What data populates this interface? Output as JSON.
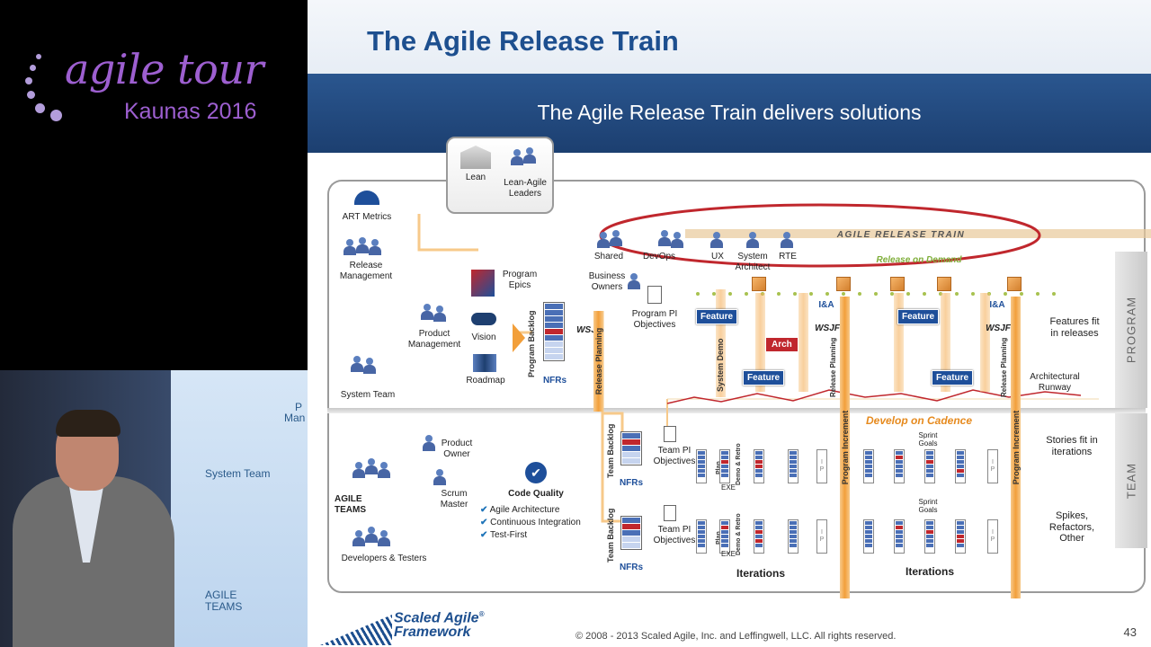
{
  "brand": {
    "title": "agile tour",
    "subtitle": "Kaunas 2016",
    "color": "#9d5fd0"
  },
  "video": {
    "screen_labels": [
      "System Team",
      "AGILE TEAMS",
      "P",
      "Man"
    ]
  },
  "slide": {
    "title": "The Agile Release Train",
    "banner": "The Agile Release Train delivers solutions",
    "page_number": "43",
    "copyright": "© 2008 - 2013 Scaled Agile, Inc. and Leffingwell, LLC. All rights reserved.",
    "logo_line1": "Scaled Agile",
    "logo_reg": "®",
    "logo_line2": "Framework"
  },
  "diagram": {
    "lean": "Lean",
    "lean_agile_leaders": "Lean-Agile Leaders",
    "art_metrics": "ART Metrics",
    "release_management": "Release Management",
    "program_epics": "Program Epics",
    "product_management": "Product Management",
    "vision": "Vision",
    "roadmap": "Roadmap",
    "program_backlog": "Program Backlog",
    "nfrs": "NFRs",
    "wsjf": "WSJF",
    "system_team": "System Team",
    "business_owners": "Business Owners",
    "program_pi_objectives": "Program PI Objectives",
    "release_planning": "Release Planning",
    "art_banner": "AGILE RELEASE TRAIN",
    "train_roles": [
      "Shared",
      "DevOps",
      "UX",
      "System Architect",
      "RTE"
    ],
    "release_on_demand": "Release on Demand",
    "feature": "Feature",
    "arch": "Arch",
    "system_demo": "System Demo",
    "ia": "I&A",
    "program_increment": "Program Increment",
    "features_fit": "Features fit in releases",
    "architectural_runway": "Architectural Runway",
    "program_tab": "PROGRAM",
    "team_tab": "TEAM",
    "develop_on_cadence": "Develop on Cadence",
    "product_owner": "Product Owner",
    "scrum_master": "Scrum Master",
    "agile_teams": "AGILE TEAMS",
    "developers_testers": "Developers & Testers",
    "code_quality": "Code Quality",
    "quality_items": [
      "Agile Architecture",
      "Continuous Integration",
      "Test-First"
    ],
    "team_backlog": "Team Backlog",
    "team_pi_objectives": "Team PI Objectives",
    "plan": "Plan",
    "demo_retro": "Demo & Retro",
    "exe": "EXE",
    "sprint_goals": "Sprint Goals",
    "iterations": "Iterations",
    "stories_fit": "Stories fit in iterations",
    "spikes": "Spikes, Refactors, Other",
    "check_mark": "✔",
    "code_quality_mark": "✔",
    "accent_orange": "#f29f3a",
    "accent_blue": "#1e4f9a",
    "accent_red": "#c0272d"
  }
}
